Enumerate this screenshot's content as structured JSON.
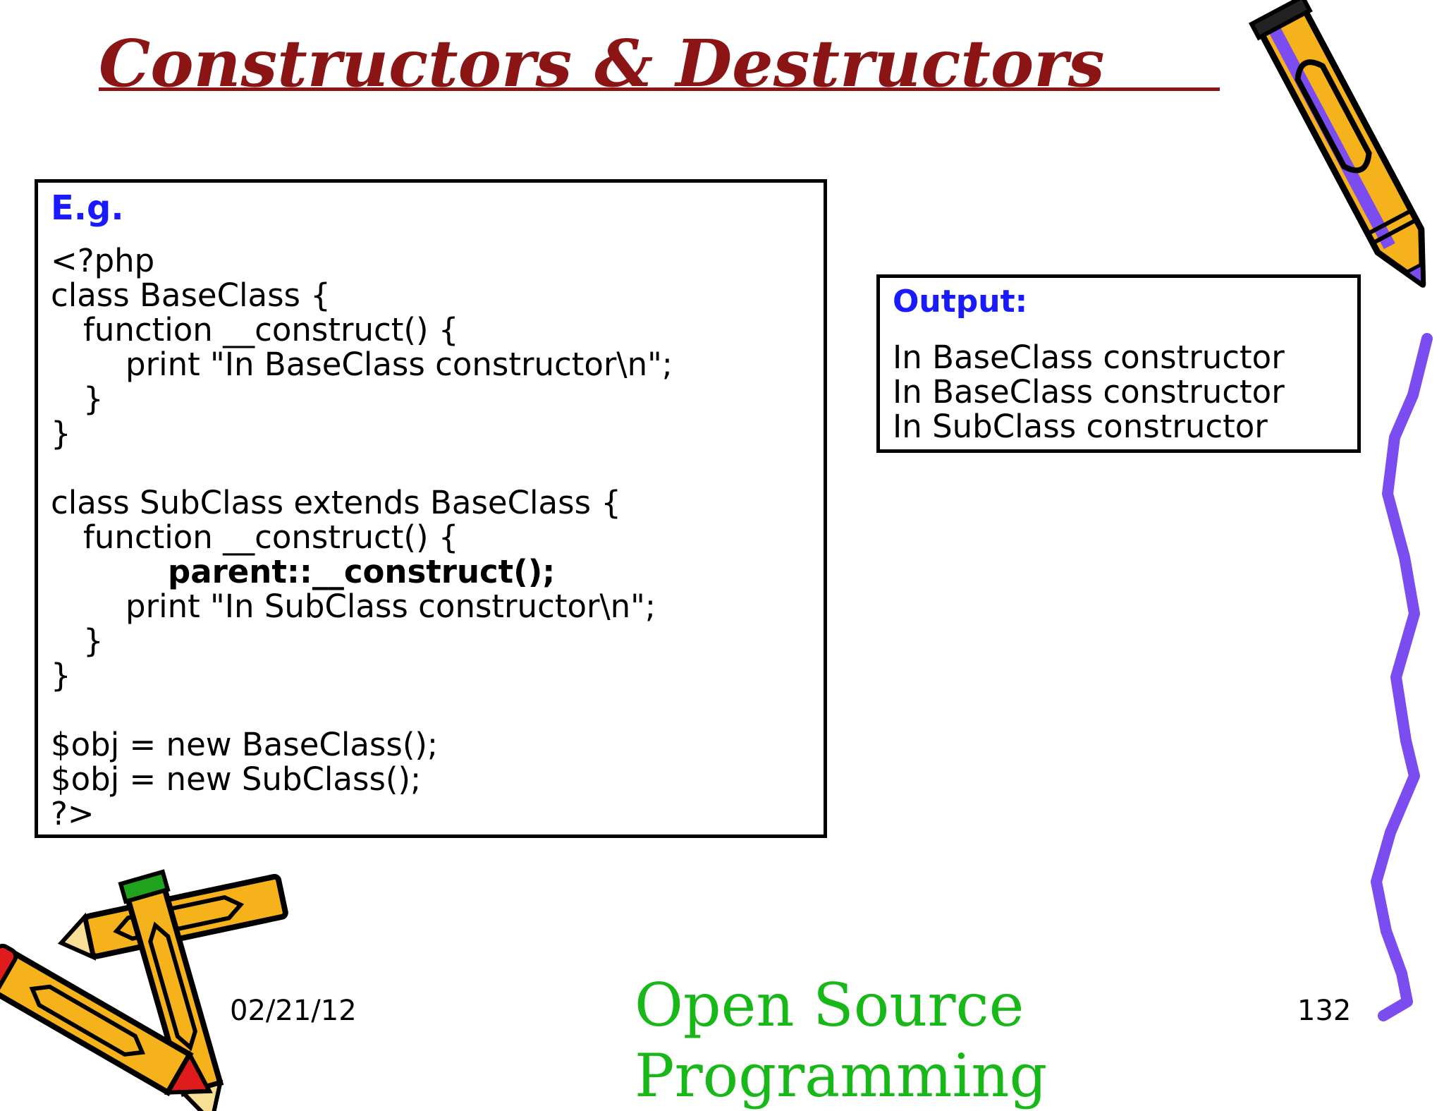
{
  "slide": {
    "title": "Constructors & Destructors"
  },
  "example": {
    "label": "E.g.",
    "code_lines": [
      {
        "text": "<?php",
        "indent": 0,
        "bold": false
      },
      {
        "text": "class BaseClass {",
        "indent": 0,
        "bold": false
      },
      {
        "text": "function __construct() {",
        "indent": 1,
        "bold": false
      },
      {
        "text": "print \"In BaseClass constructor\\n\";",
        "indent": 2,
        "bold": false
      },
      {
        "text": "}",
        "indent": 1,
        "bold": false
      },
      {
        "text": "}",
        "indent": 0,
        "bold": false
      },
      {
        "text": "",
        "indent": 0,
        "bold": false
      },
      {
        "text": "class SubClass extends BaseClass {",
        "indent": 0,
        "bold": false
      },
      {
        "text": "function __construct() {",
        "indent": 1,
        "bold": false
      },
      {
        "text": "parent::__construct();",
        "indent": 3,
        "bold": true
      },
      {
        "text": "print \"In SubClass constructor\\n\";",
        "indent": 2,
        "bold": false
      },
      {
        "text": "}",
        "indent": 1,
        "bold": false
      },
      {
        "text": "}",
        "indent": 0,
        "bold": false
      },
      {
        "text": "",
        "indent": 0,
        "bold": false
      },
      {
        "text": "$obj = new BaseClass();",
        "indent": 0,
        "bold": false
      },
      {
        "text": "$obj = new SubClass();",
        "indent": 0,
        "bold": false
      },
      {
        "text": "?>",
        "indent": 0,
        "bold": false
      }
    ]
  },
  "output": {
    "label": "Output:",
    "lines": [
      "In BaseClass constructor",
      "In BaseClass constructor",
      "In SubClass constructor"
    ]
  },
  "footer": {
    "date": "02/21/12",
    "center_text": "Open Source Programming",
    "page_number": "132"
  },
  "colors": {
    "title": "#8b1414",
    "label_blue": "#1a1aff",
    "footer_green": "#18b818",
    "squiggle_purple": "#7b4cf0",
    "pencil_yellow": "#f5b21a",
    "pencil_tip_red": "#e01b1b",
    "pencil_tip_green": "#1fa31f"
  },
  "decorations": [
    "pencil-icon",
    "squiggle-line-icon",
    "crossed-pencils-icon"
  ]
}
